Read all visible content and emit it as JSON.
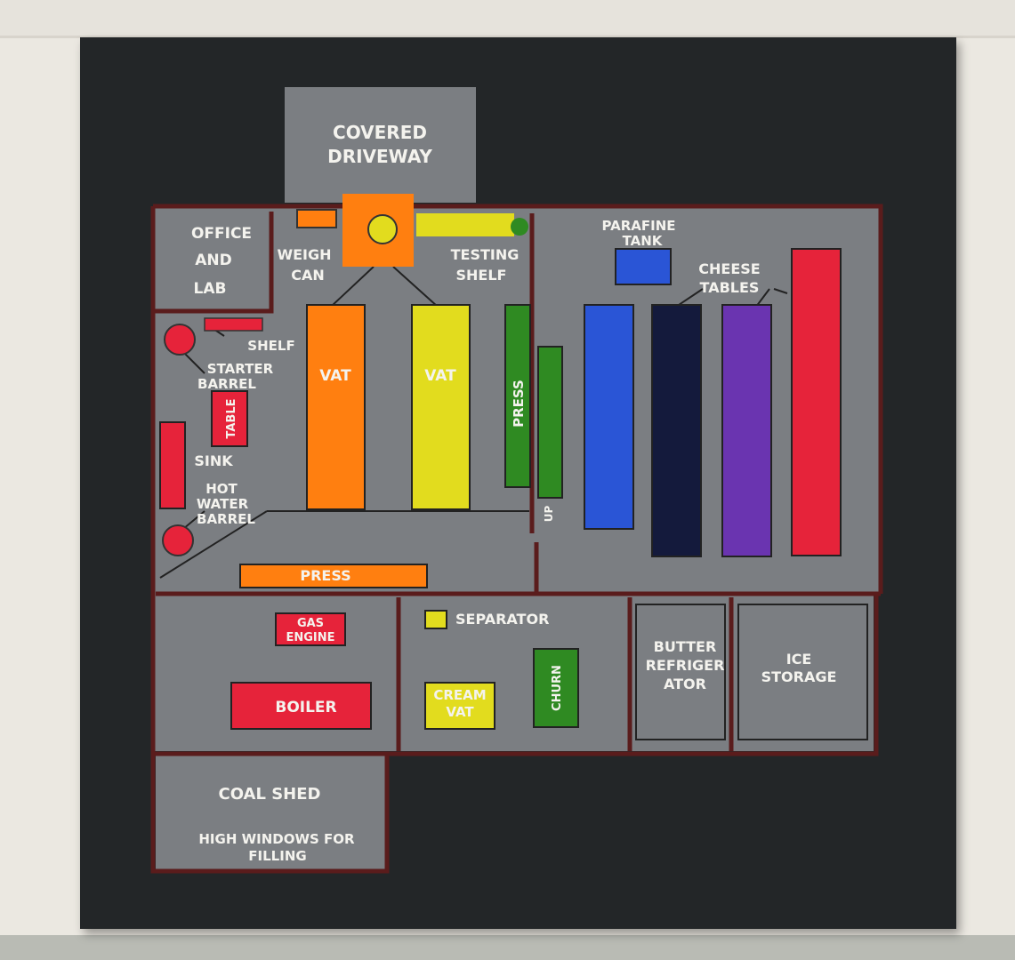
{
  "labels": {
    "covered_driveway_1": "COVERED",
    "covered_driveway_2": "DRIVEWAY",
    "office_1": "OFFICE",
    "office_2": "AND",
    "office_3": "LAB",
    "weigh_1": "WEIGH",
    "weigh_2": "CAN",
    "testing_1": "TESTING",
    "testing_2": "SHELF",
    "parafine_1": "PARAFINE",
    "parafine_2": "TANK",
    "cheese_1": "CHEESE",
    "cheese_2": "TABLES",
    "shelf": "SHELF",
    "starter_1": "STARTER",
    "starter_2": "BARREL",
    "table": "TABLE",
    "sink": "SINK",
    "hot_1": "HOT",
    "hot_2": "WATER",
    "hot_3": "BARREL",
    "vat_orange": "VAT",
    "vat_yellow": "VAT",
    "press_green": "PRESS",
    "up": "UP",
    "press_orange": "PRESS",
    "gas_1": "GAS",
    "gas_2": "ENGINE",
    "separator": "SEPARATOR",
    "boiler": "BOILER",
    "cream_1": "CREAM",
    "cream_2": "VAT",
    "churn": "CHURN",
    "butter_1": "BUTTER",
    "butter_2": "REFRIGER",
    "butter_3": "ATOR",
    "ice_1": "ICE",
    "ice_2": "STORAGE",
    "coal_1": "COAL SHED",
    "coal_2": "HIGH WINDOWS FOR",
    "coal_3": "FILLING"
  },
  "colors": {
    "board": "#232628",
    "floor": "#7b7e82",
    "wall": "#5a1c1c",
    "orange": "#ff7f10",
    "yellow": "#e2dc1e",
    "green": "#2f8a22",
    "blue": "#2a55d6",
    "navy": "#141a3c",
    "purple": "#6a34b0",
    "red": "#e6233a",
    "label": "#f4f3ee"
  }
}
